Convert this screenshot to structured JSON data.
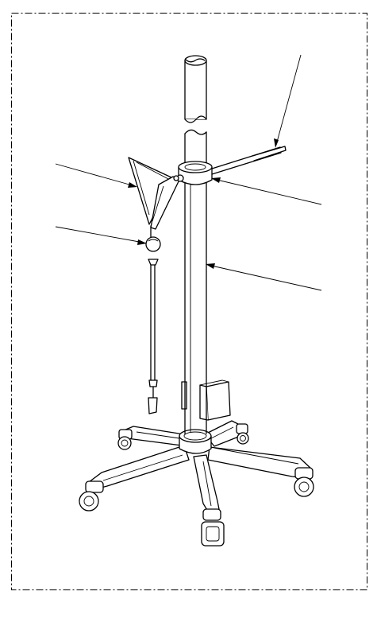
{
  "figure": {
    "border_style": "dash-dot",
    "line_color": "#000000",
    "background": "#ffffff"
  },
  "callouts": [
    {
      "id": "callout-upper-right"
    },
    {
      "id": "callout-left-upper"
    },
    {
      "id": "callout-left-lower"
    },
    {
      "id": "callout-right-middle"
    },
    {
      "id": "callout-right-lower"
    }
  ]
}
